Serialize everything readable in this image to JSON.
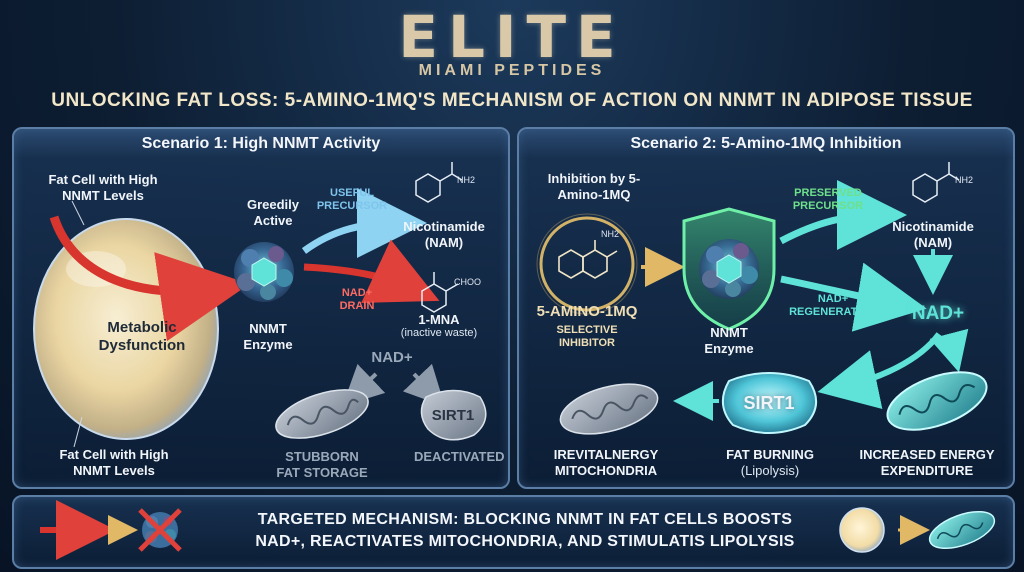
{
  "brand": {
    "name": "ELITE",
    "subtitle": "MIAMI PEPTIDES"
  },
  "headline": "UNLOCKING FAT LOSS: 5-AMINO-1MQ'S MECHANISM OF ACTION ON NNMT IN ADIPOSE TISSUE",
  "scenario1": {
    "title": "Scenario 1: High NNMT Activity",
    "fat_cell_top": "Fat Cell with High NNMT Levels",
    "fat_cell_center": "Metabolic Dysfunction",
    "fat_cell_bottom": "Fat Cell with High NNMT Levels",
    "enzyme_status": "Greedily Active",
    "enzyme_label": "NNMT Enzyme",
    "useful_precursor": "USEFUL PRECURSOR",
    "nicotinamide": "Nicotinamide (NAM)",
    "nad_drain": "NAD+ DRAIN",
    "mna": "1-MNA",
    "mna_note": "(inactive waste)",
    "nad": "NAD+",
    "sirt1": "SIRT1",
    "stubborn": "STUBBORN FAT STORAGE",
    "deactivated": "DEACTIVATED",
    "nh2_1": "NH2",
    "choo": "CHOO"
  },
  "scenario2": {
    "title": "Scenario 2: 5-Amino-1MQ Inhibition",
    "inhibition_label": "Inhibition by 5-Amino-1MQ",
    "nh2_mol": "NH2",
    "drug_name": "5-AMINO-1MQ",
    "drug_role": "SELECTIVE INHIBITOR",
    "enzyme_label": "NNMT Enzyme",
    "preserved_precursor": "PRESERVED PRECURSOR",
    "nicotinamide": "Nicotinamide (NAM)",
    "nh2_2": "NH2",
    "nad_regen": "NAD+ REGENERATION",
    "nad": "NAD+",
    "sirt1": "SIRT1",
    "fat_burning": "FAT BURNING",
    "lipolysis": "(Lipolysis)",
    "irevital": "IREVITALNERGY MITOCHONDRIA",
    "increased": "INCREASED ENERGY EXPENDITURE"
  },
  "summary": {
    "line1": "TARGETED MECHANISM: BLOCKING NNMT IN FAT CELLS BOOSTS",
    "line2": "NAD+, REACTIVATES MITOCHONDRIA, AND STIMULATIS LIPOLYSIS"
  }
}
